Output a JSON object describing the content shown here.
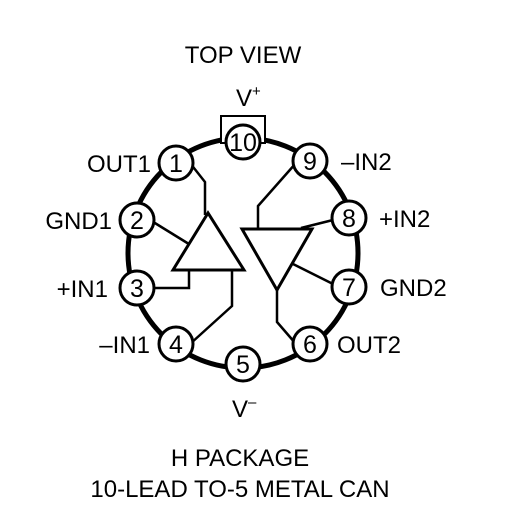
{
  "diagram": {
    "title": "TOP VIEW",
    "supply_pos": {
      "base": "V",
      "sup": "+"
    },
    "supply_neg": {
      "base": "V",
      "sup": "–"
    },
    "package_line1": "H PACKAGE",
    "package_line2": "10-LEAD TO-5 METAL CAN",
    "pins": [
      {
        "number": "1",
        "label": "OUT1"
      },
      {
        "number": "2",
        "label": "GND1"
      },
      {
        "number": "3",
        "label": "+IN1"
      },
      {
        "number": "4",
        "label": "–IN1"
      },
      {
        "number": "5",
        "label": ""
      },
      {
        "number": "6",
        "label": "OUT2"
      },
      {
        "number": "7",
        "label": "GND2"
      },
      {
        "number": "8",
        "label": "+IN2"
      },
      {
        "number": "9",
        "label": "–IN2"
      },
      {
        "number": "10",
        "label": ""
      }
    ],
    "line_color": "#000000",
    "background": "#ffffff"
  }
}
